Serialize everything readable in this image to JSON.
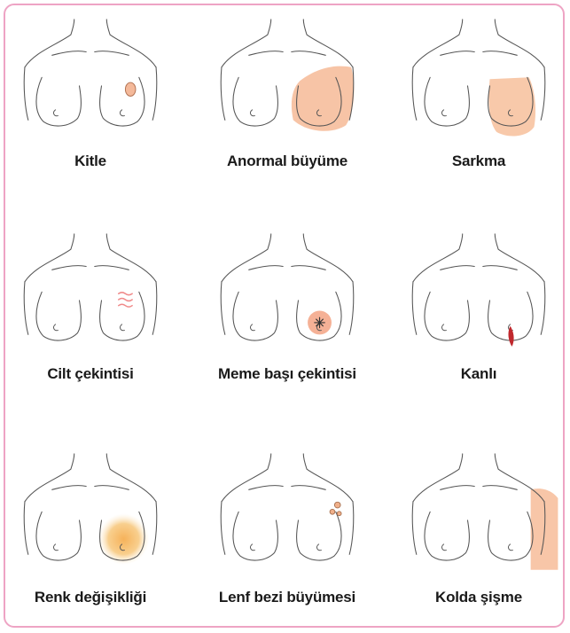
{
  "panels": [
    {
      "label": "Kitle",
      "sign": "lump",
      "color": "#f4b99a"
    },
    {
      "label": "Anormal büyüme",
      "sign": "growth",
      "color": "#f7c4a6"
    },
    {
      "label": "Sarkma",
      "sign": "sagging",
      "color": "#f8c9aa"
    },
    {
      "label": "Cilt çekintisi",
      "sign": "skin-retraction",
      "color": "#f08a8a"
    },
    {
      "label": "Meme  başı çekintisi",
      "sign": "nipple-retraction",
      "color": "#f5b196"
    },
    {
      "label": "Kanlı",
      "sign": "bloody-discharge",
      "color": "#c0282d"
    },
    {
      "label": "Renk değişikliği",
      "sign": "color-change",
      "color": "#f6c37a"
    },
    {
      "label": "Lenf bezi büyümesi",
      "sign": "lymph-node",
      "color": "#f0b08a"
    },
    {
      "label": "Kolda şişme",
      "sign": "arm-swelling",
      "color": "#f8c6a8"
    }
  ],
  "frame_color": "#eea4c4"
}
